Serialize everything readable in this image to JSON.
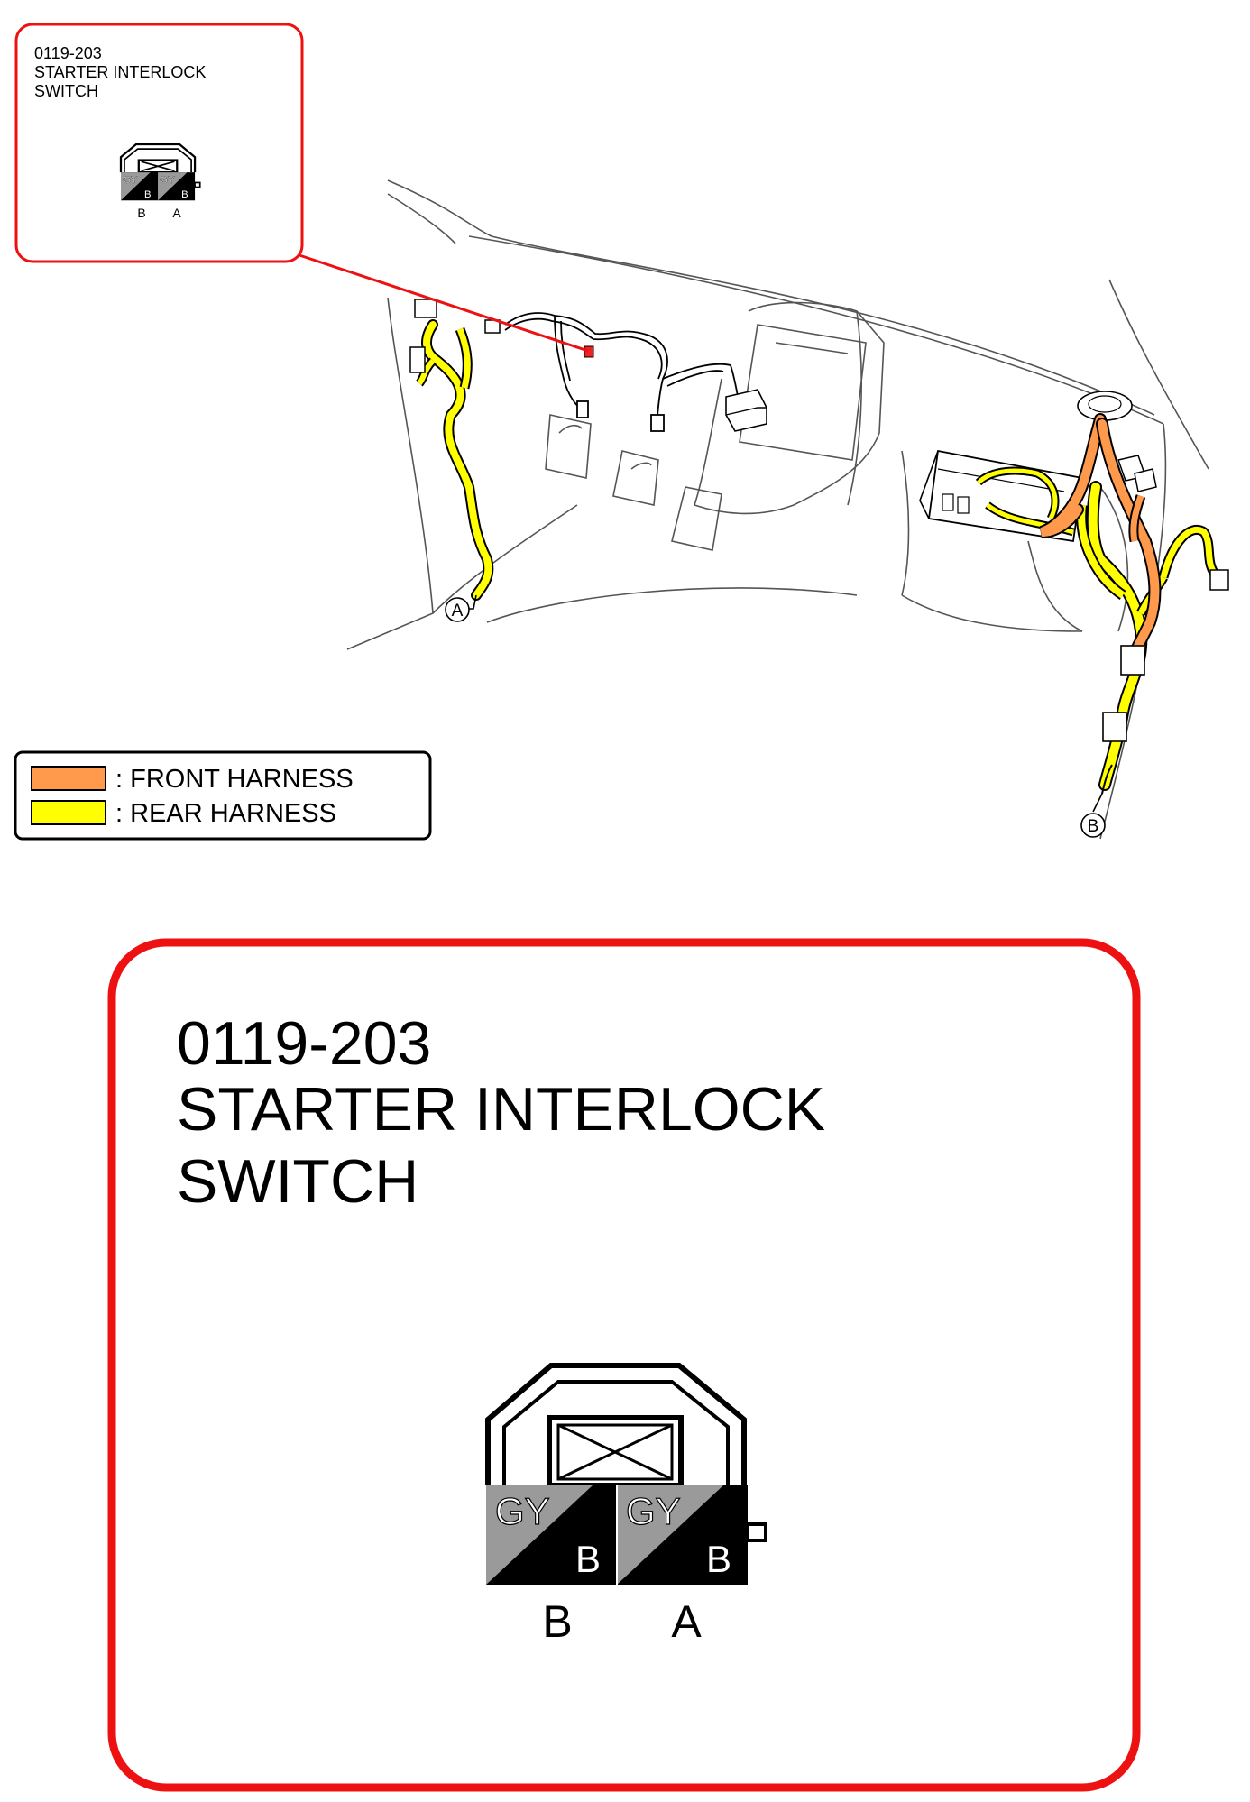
{
  "colors": {
    "callout_red": "#ee1111",
    "front_harness": "#ff9a4d",
    "rear_harness": "#ffff00",
    "pin_gray": "#9a9a9a",
    "outline": "#000000",
    "body_lines": "#555555",
    "connector_marker": "#ee2222"
  },
  "small_callout": {
    "code": "0119-203",
    "title_line1": "STARTER INTERLOCK",
    "title_line2": "SWITCH"
  },
  "large_callout": {
    "code": "0119-203",
    "title_line1": "STARTER INTERLOCK",
    "title_line2": "SWITCH"
  },
  "connector": {
    "pins": [
      {
        "terminal": "B",
        "wire_color": "GY",
        "stripe_color": "B"
      },
      {
        "terminal": "A",
        "wire_color": "GY",
        "stripe_color": "B"
      }
    ],
    "icons": [
      "lock-cross-icon"
    ]
  },
  "legend": {
    "items": [
      {
        "label": ": FRONT HARNESS",
        "color": "#ff9a4d"
      },
      {
        "label": ": REAR HARNESS",
        "color": "#ffff00"
      }
    ]
  },
  "markers": {
    "a": "A",
    "b": "B"
  }
}
